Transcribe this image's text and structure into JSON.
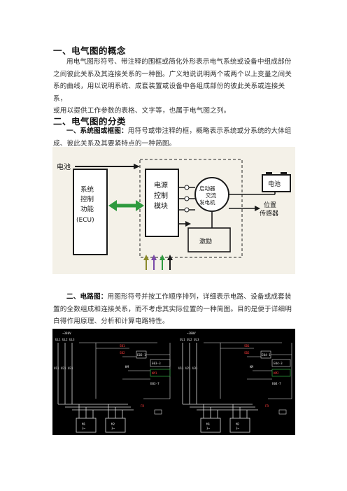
{
  "section1": {
    "heading": "一、电气图的概念",
    "paragraph_lines": [
      "用电气图形符号、带注释的围框或简化外形表示电气系统或设备中组成部份",
      "之间彼此关系及其连接关系的一种图。广义地说说明两个或两个以上变量之间关",
      "系的曲线，用以说明系统、成套装置或设备中各组成部份的彼此关系或连接关系，",
      "或用以提供工作参数的表格、文字等，也属于电气图之列。"
    ]
  },
  "section2": {
    "heading": "二、电气图的分类",
    "item1": {
      "label": "一、系统图或框图：",
      "line1_rest": "用符号或带注释的框，概略表示系统或分系统的大体组",
      "line2": "成、彼此关系及其要紧特点的一种简图。"
    },
    "item2": {
      "label": "二、电路图：",
      "line1_rest": "用图形符号并按工作顺序排列，详细表示电路、设备或成套装",
      "line2": "置的全数组成和连接关系，而不考虑其实际位置的一种简图。目的是便于详细明",
      "line3": "白得作用原理、分析和计算电路特性。"
    }
  },
  "block_diagram": {
    "battery_left": "电池",
    "ecu_lines": [
      "系统",
      "控制",
      "功能",
      "(ECU)"
    ],
    "power_lines": [
      "电源",
      "控制",
      "模块"
    ],
    "alt_lines": [
      "启动器",
      "交流",
      "发电机"
    ],
    "battery_right": "电池",
    "position_lines": [
      "位置",
      "传感器"
    ],
    "excitation": "激励",
    "colors": {
      "frame": "#1a1a1a",
      "green": "#2e9a3e",
      "purple": "#7a4aa8",
      "olive": "#8a8a2a"
    }
  },
  "circuit_diagram": {
    "left": {
      "supply": "~380V",
      "phases": [
        "UL1",
        "UL2",
        "UL3"
      ],
      "breakers": [
        "U11",
        "U21",
        "U31"
      ],
      "tags_red": [
        "SB1",
        "SB2",
        "KM1"
      ],
      "tags_white": [
        "E03-1",
        "KM",
        "E03-3",
        "E03-7",
        "FR"
      ],
      "motors": [
        "M1\n3~",
        "M2\n3~"
      ]
    },
    "right": {
      "supply": "~380V",
      "phases": [
        "UL1",
        "UL2",
        "UL3"
      ],
      "breakers": [
        "U11",
        "U21",
        "U31"
      ],
      "tags_red": [
        "SB1",
        "SB2",
        "KM2"
      ],
      "tags_white": [
        "E04-1",
        "KM",
        "E04-3",
        "E04-7",
        "FR"
      ],
      "motors": [
        "M1\n3~",
        "M2\n3~"
      ]
    }
  }
}
